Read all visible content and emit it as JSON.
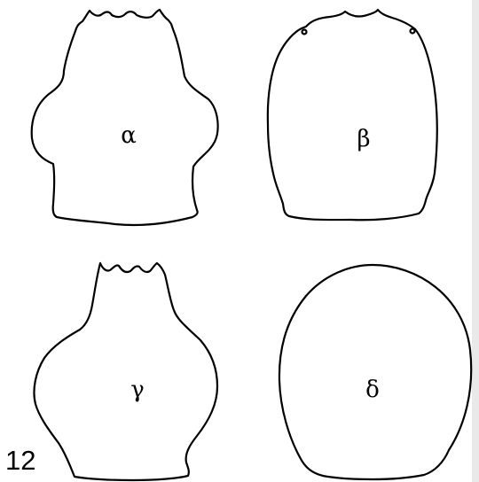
{
  "figure": {
    "number": "12",
    "panels": [
      {
        "id": "alpha",
        "label": "α"
      },
      {
        "id": "beta",
        "label": "β"
      },
      {
        "id": "gamma",
        "label": "γ"
      },
      {
        "id": "delta",
        "label": "δ"
      }
    ]
  }
}
